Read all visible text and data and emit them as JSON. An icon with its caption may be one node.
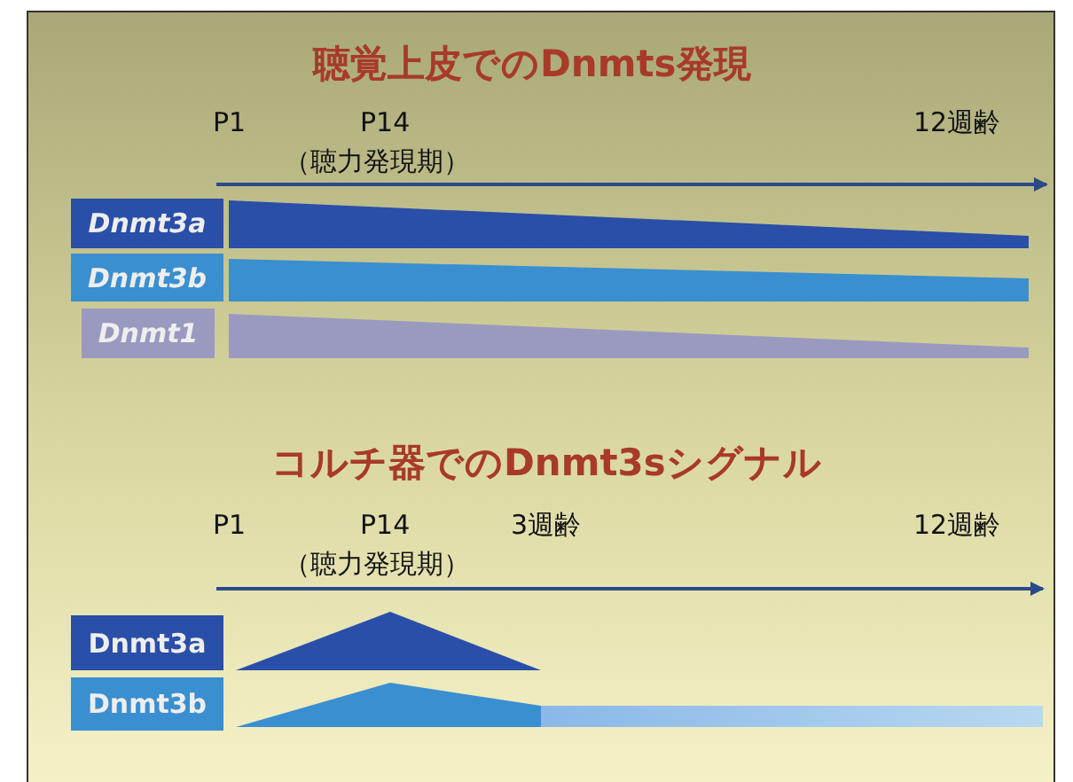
{
  "diagram": {
    "title": "聴覚上皮でのDnmts発現",
    "nodes": [
      {
        "text": [
          "Dnmt3a"
        ]
      },
      {
        "text": [
          "Dnmt3b"
        ]
      },
      {
        "text": [
          "Dnmt1"
        ]
      },
      {
        "text": [
          "Dnmt3a"
        ]
      },
      {
        "text": [
          "Dnmt3b"
        ]
      }
    ],
    "labels": [
      "P1",
      "P14",
      "12週齢",
      "（聴力発現期）",
      "コルチ器でのDnmt3sシグナル",
      "P1",
      "P14",
      "3週齢",
      "12週齢",
      "（聴力発現期）"
    ]
  }
}
